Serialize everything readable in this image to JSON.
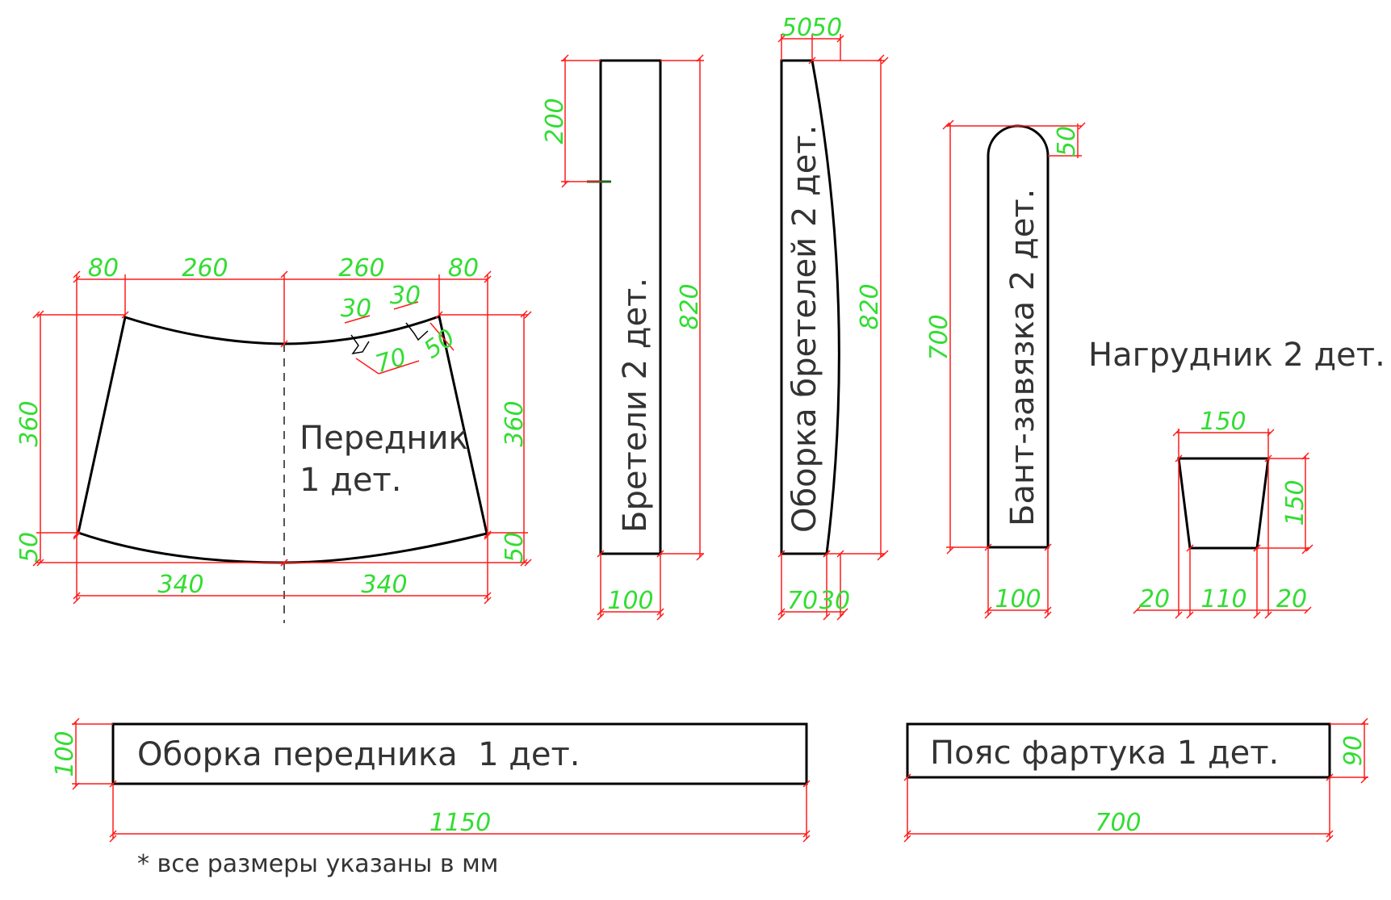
{
  "colors": {
    "outline": "#000000",
    "dimension_line": "#ff1a1a",
    "dimension_text": "#33dd33",
    "label_text": "#333333",
    "strap_mark": "#226622"
  },
  "pieces": {
    "apron": {
      "name": "Передник",
      "count": "1 дет.",
      "dims": {
        "top_outer_left": "80",
        "top_inner_left": "260",
        "top_inner_right": "260",
        "top_outer_right": "80",
        "pleat_a": "30",
        "pleat_b": "30",
        "pleat_gap": "70",
        "pleat_depth": "50",
        "height_left": "360",
        "height_right": "360",
        "bottom_drop_left": "50",
        "bottom_drop_right": "50",
        "bottom_left": "340",
        "bottom_right": "340"
      }
    },
    "straps": {
      "label": "Бретели 2 дет.",
      "dims": {
        "length": "820",
        "mark": "200",
        "width": "100"
      }
    },
    "strap_ruffle": {
      "label": "Оборка бретелей 2 дет.",
      "dims": {
        "top_a": "50",
        "top_b": "50",
        "length": "820",
        "bottom_a": "70",
        "bottom_b": "30"
      }
    },
    "bow_tie": {
      "label": "Бант-завязка 2 дет.",
      "dims": {
        "round": "50",
        "length": "700",
        "width": "100"
      }
    },
    "bib": {
      "label": "Нагрудник 2 дет.",
      "dims": {
        "top": "150",
        "height": "150",
        "left": "20",
        "middle": "110",
        "right": "20"
      }
    },
    "apron_ruffle": {
      "label": "Оборка передника  1 дет.",
      "dims": {
        "height": "100",
        "length": "1150"
      }
    },
    "belt": {
      "label": "Пояс фартука 1 дет.",
      "dims": {
        "height": "90",
        "length": "700"
      }
    }
  },
  "footnote": "* все размеры указаны в мм"
}
